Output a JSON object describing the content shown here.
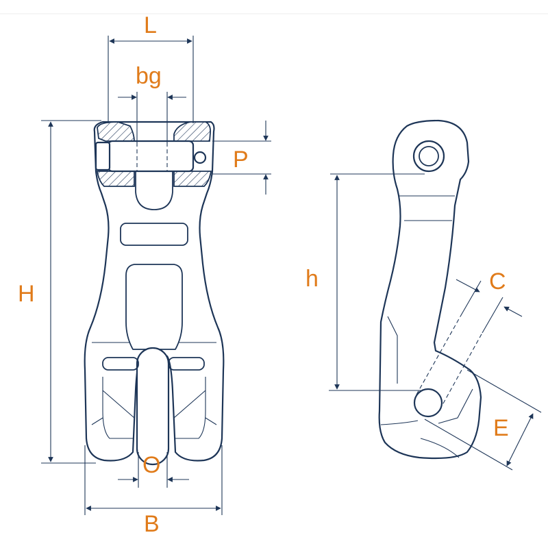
{
  "colors": {
    "outline": "#1d3557",
    "label": "#e07b1a",
    "background": "#ffffff"
  },
  "labels": {
    "L": "L",
    "bg": "bg",
    "P": "P",
    "H": "H",
    "O": "O",
    "B": "B",
    "h": "h",
    "C": "C",
    "E": "E"
  }
}
